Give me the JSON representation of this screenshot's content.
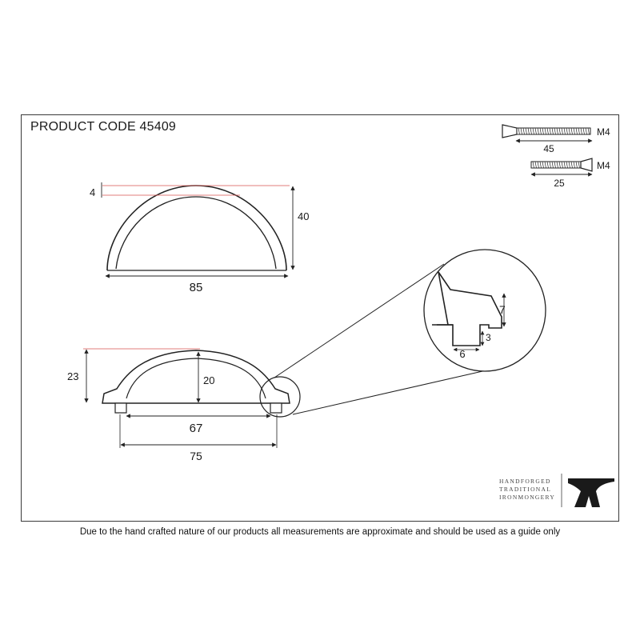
{
  "header": {
    "product_code": "PRODUCT CODE 45409"
  },
  "screws": [
    {
      "thread": "M4",
      "length": "45"
    },
    {
      "thread": "M4",
      "length": "25"
    }
  ],
  "top_view": {
    "thickness": "4",
    "height": "40",
    "width": "85"
  },
  "side_view": {
    "overall_height": "23",
    "inner_height": "20",
    "inner_span": "67",
    "centres": "75"
  },
  "detail": {
    "step_height": "7",
    "lip": "3",
    "foot_width": "6"
  },
  "brand": {
    "lines": [
      "HANDFORGED",
      "TRADITIONAL",
      "IRONMONGERY"
    ]
  },
  "footer": {
    "note": "Due to the hand crafted nature of our products all measurements are approximate and should be used as a guide only"
  }
}
